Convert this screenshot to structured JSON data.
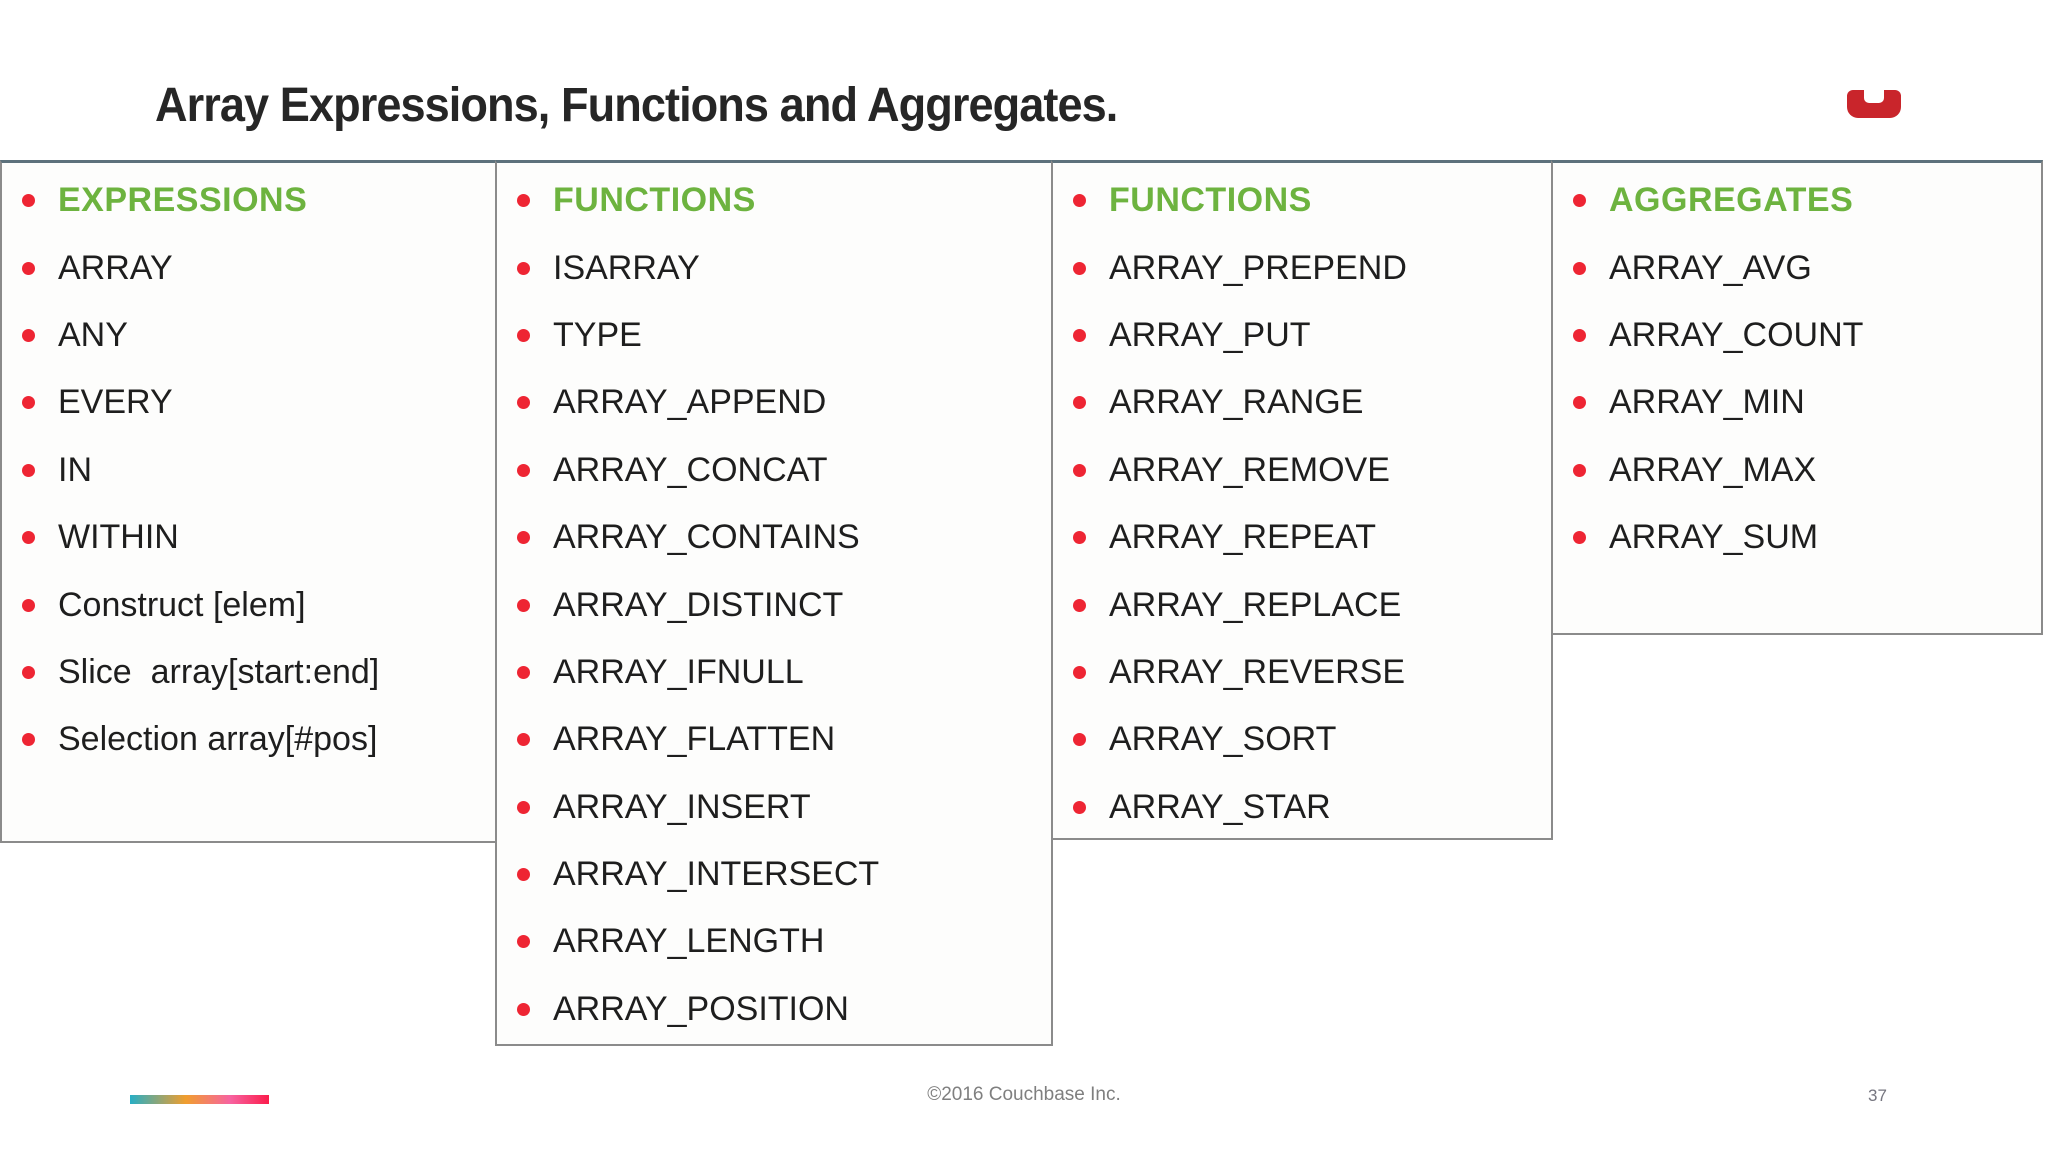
{
  "slide": {
    "title": "Array Expressions, Functions and Aggregates.",
    "footer": "©2016 Couchbase Inc.",
    "page_number": "37"
  },
  "colors": {
    "header_green": "#6db33f",
    "bullet_red": "#ee2533",
    "logo_red": "#c9252b",
    "text_dark": "#1e1e1e",
    "border_gray": "#8b8b8b",
    "border_top_slate": "#5d717c",
    "footer_gray": "#7f7f7f",
    "page_num_gray": "#75757f",
    "gradient": [
      "#27aec5",
      "#f09e2e",
      "#f763a0",
      "#fb1d4c"
    ]
  },
  "columns": [
    {
      "header": "EXPRESSIONS",
      "items": [
        "ARRAY",
        "ANY",
        "EVERY",
        "IN",
        "WITHIN",
        "Construct [elem]",
        "Slice  array[start:end]",
        "Selection array[#pos]"
      ]
    },
    {
      "header": "FUNCTIONS",
      "items": [
        "ISARRAY",
        "TYPE",
        "ARRAY_APPEND",
        "ARRAY_CONCAT",
        "ARRAY_CONTAINS",
        "ARRAY_DISTINCT",
        "ARRAY_IFNULL",
        "ARRAY_FLATTEN",
        "ARRAY_INSERT",
        "ARRAY_INTERSECT",
        "ARRAY_LENGTH",
        "ARRAY_POSITION"
      ]
    },
    {
      "header": "FUNCTIONS",
      "items": [
        "ARRAY_PREPEND",
        "ARRAY_PUT",
        "ARRAY_RANGE",
        "ARRAY_REMOVE",
        "ARRAY_REPEAT",
        "ARRAY_REPLACE",
        "ARRAY_REVERSE",
        "ARRAY_SORT",
        "ARRAY_STAR"
      ]
    },
    {
      "header": "AGGREGATES",
      "items": [
        "ARRAY_AVG",
        "ARRAY_COUNT",
        "ARRAY_MIN",
        "ARRAY_MAX",
        "ARRAY_SUM"
      ]
    }
  ]
}
